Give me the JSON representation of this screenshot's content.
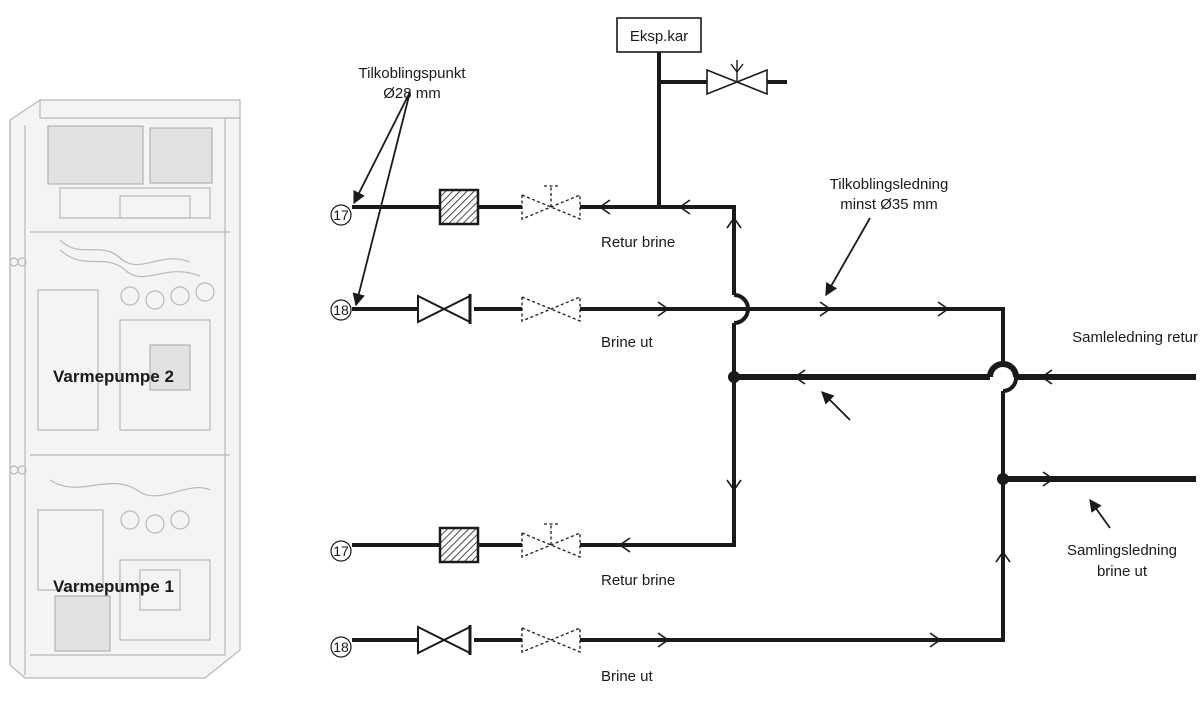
{
  "unit": {
    "heatpump_upper_label": "Varmepumpe 2",
    "heatpump_lower_label": "Varmepumpe 1"
  },
  "labels": {
    "expansion_tank": "Eksp.kar",
    "connection_point_line1": "Tilkoblingspunkt",
    "connection_point_line2": "Ø28 mm",
    "connection_line_line1": "Tilkoblingsledning",
    "connection_line_line2": "minst Ø35 mm",
    "collector_return": "Samleledning retur",
    "collector_out_line1": "Samlingsledning",
    "collector_out_line2": "brine ut",
    "return_brine_top": "Retur brine",
    "brine_out_top": "Brine ut",
    "return_brine_bottom": "Retur brine",
    "brine_out_bottom": "Brine ut"
  },
  "connection_numbers": {
    "top_return": "17",
    "top_out": "18",
    "bottom_return": "17",
    "bottom_out": "18"
  }
}
